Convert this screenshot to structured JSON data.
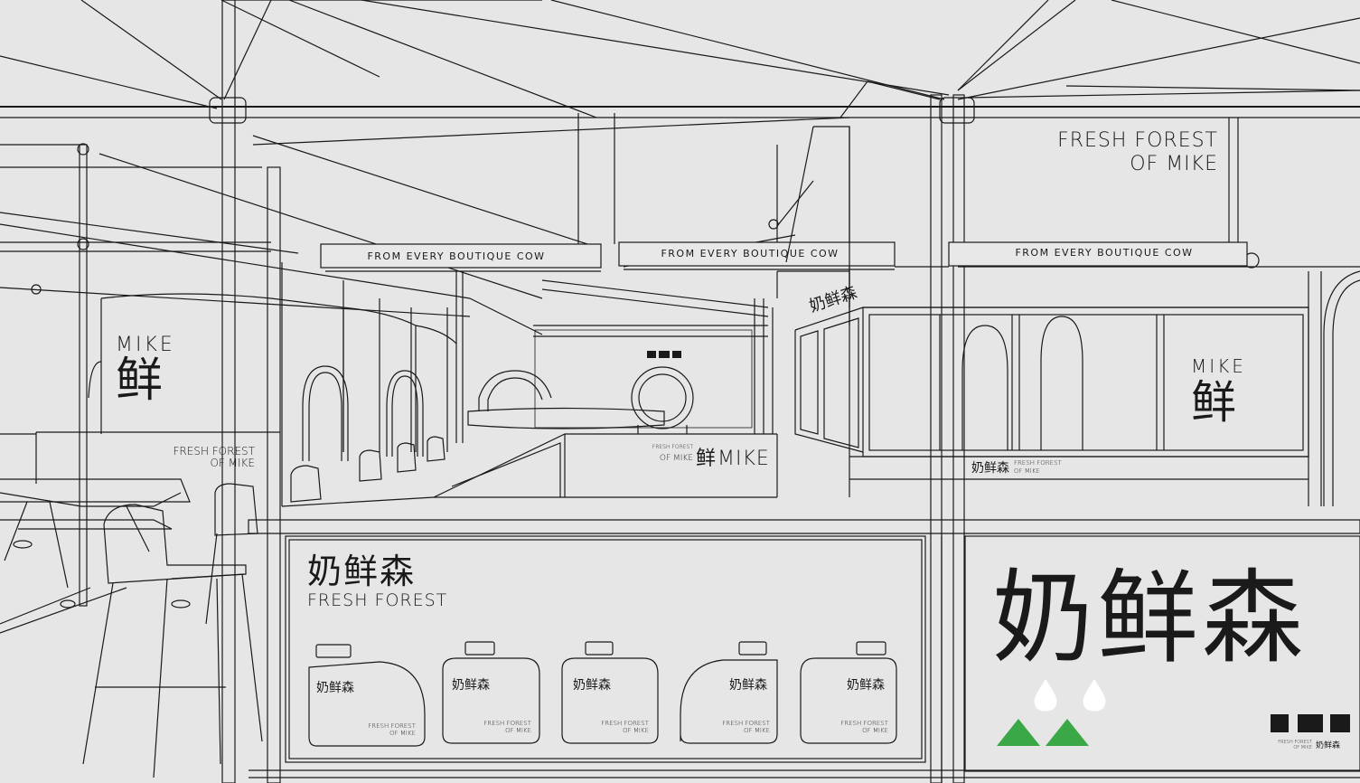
{
  "signs": {
    "banner_1": "FROM EVERY BOUTIQUE COW",
    "banner_2": "FROM EVERY BOUTIQUE COW",
    "banner_3": "FROM EVERY BOUTIQUE COW",
    "wall_line1": "FRESH FOREST",
    "wall_line2": "OF MIKE",
    "mike_left": "MIKE",
    "mike_right": "MIKE",
    "xian_glyph": "鲜",
    "ff_left_line1": "FRESH FOREST",
    "ff_left_line2": "OF MIKE",
    "counter_brand_cn": "鲜",
    "counter_brand_en": "MIKE",
    "counter_small_line1": "FRESH FOREST",
    "counter_small_line2": "OF MIKE",
    "vertical_cn": "奶鲜森",
    "window_cn": "奶鲜森",
    "window_en_line1": "FRESH FOREST",
    "window_en_line2": "OF MIKE"
  },
  "panel_left": {
    "title_cn": "奶鲜森",
    "title_en": "FRESH FOREST",
    "bottles": [
      {
        "cn": "奶鲜森",
        "en1": "FRESH FOREST",
        "en2": "OF MIKE"
      },
      {
        "cn": "奶鲜森",
        "en1": "FRESH FOREST",
        "en2": "OF MIKE"
      },
      {
        "cn": "奶鲜森",
        "en1": "FRESH FOREST",
        "en2": "OF MIKE"
      },
      {
        "cn": "奶鲜森",
        "en1": "FRESH FOREST",
        "en2": "OF MIKE"
      },
      {
        "cn": "奶鲜森",
        "en1": "FRESH FOREST",
        "en2": "OF MIKE"
      }
    ]
  },
  "panel_right": {
    "title_cn": "奶鲜森",
    "footer_line1": "FRESH FOREST",
    "footer_line2": "OF MIKE",
    "footer_cn": "奶鲜森"
  },
  "colors": {
    "background": "#e6e6e6",
    "line": "#1a1a1a",
    "triangle_green": "#3aa847",
    "drop": "#ffffff"
  }
}
